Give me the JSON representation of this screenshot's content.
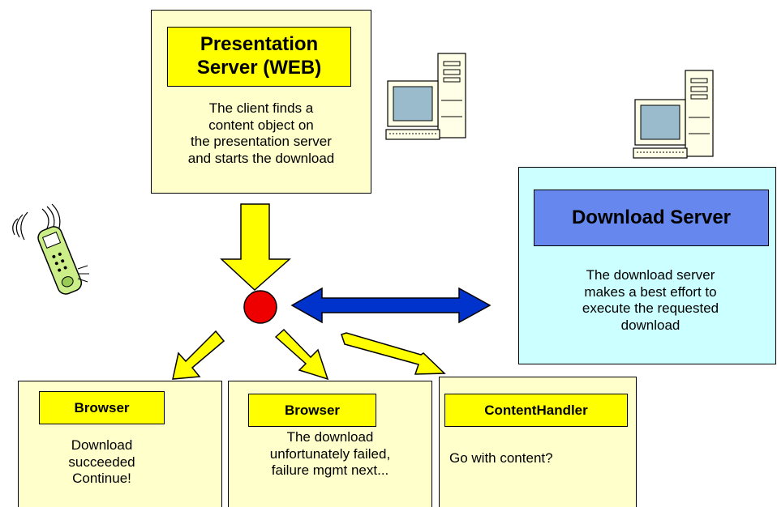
{
  "presentation_server": {
    "title": "Presentation\nServer (WEB)",
    "description": "The client finds a\ncontent object on\nthe presentation server\nand starts the download"
  },
  "download_server": {
    "title": "Download Server",
    "description": "The download server\n makes a best effort to\nexecute the requested\ndownload"
  },
  "outcomes": [
    {
      "title": "Browser",
      "description": "Download\nsucceeded\nContinue!"
    },
    {
      "title": "Browser",
      "description": "The download\nunfortunately failed,\nfailure mgmt next..."
    },
    {
      "title": "ContentHandler",
      "description": "Go with content?"
    }
  ],
  "colors": {
    "box_fill": "#ffffcc",
    "label_fill": "#ffff00",
    "server_fill": "#ccffff",
    "server_label_fill": "#6688ee",
    "arrow_yellow": "#ffff00",
    "arrow_blue": "#0033cc",
    "node_red": "#ee0000"
  },
  "icons": [
    "computer-icon",
    "mobile-phone-icon"
  ]
}
